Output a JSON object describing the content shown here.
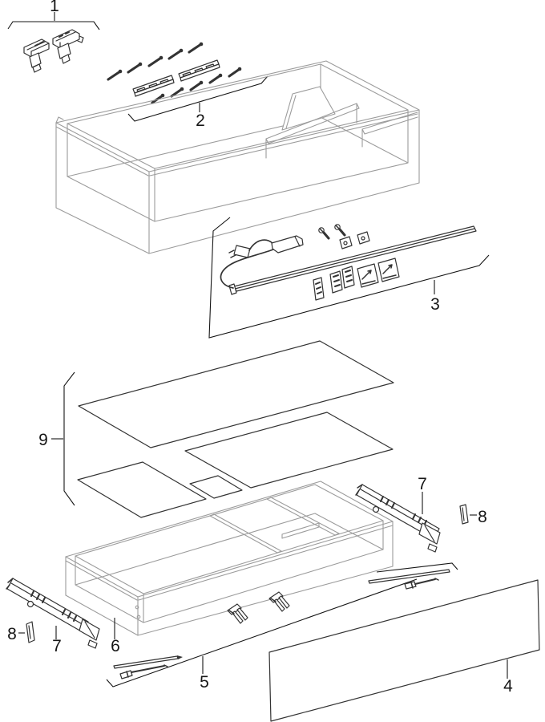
{
  "diagram": {
    "type": "exploded-parts-diagram",
    "labels": {
      "p1": "1",
      "p2": "2",
      "p3": "3",
      "p4": "4",
      "p5": "5",
      "p6": "6",
      "p7_right": "7",
      "p7_left": "7",
      "p8_right": "8",
      "p8_left": "8",
      "p9": "9"
    }
  },
  "colors": {
    "background": "#ffffff",
    "part_line": "#333333",
    "context_line": "#9c9c9c",
    "label": "#161616"
  }
}
